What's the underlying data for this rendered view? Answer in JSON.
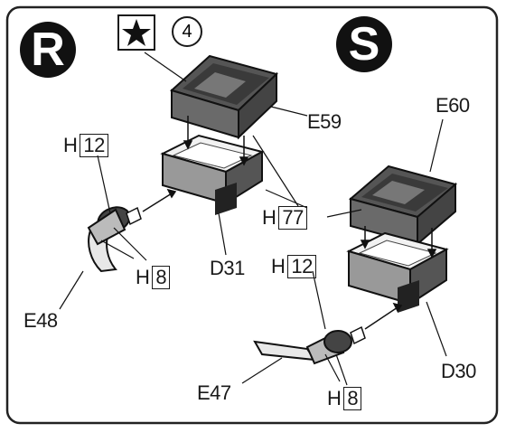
{
  "badges": {
    "left": "R",
    "right": "S"
  },
  "special": {
    "star_icon": "star-icon",
    "circled_number": "4"
  },
  "parts": {
    "e59": "E59",
    "e60": "E60",
    "d31": "D31",
    "d30": "D30",
    "e48": "E48",
    "e47": "E47"
  },
  "callouts": {
    "h12_left": {
      "prefix": "H",
      "value": "12"
    },
    "h8_left": {
      "prefix": "H",
      "value": "8"
    },
    "h77": {
      "prefix": "H",
      "value": "77"
    },
    "h12_right": {
      "prefix": "H",
      "value": "12"
    },
    "h8_right": {
      "prefix": "H",
      "value": "8"
    }
  }
}
